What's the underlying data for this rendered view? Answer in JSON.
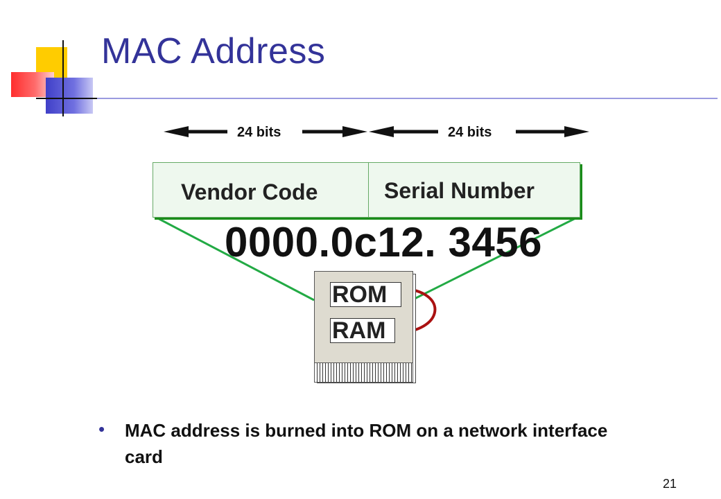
{
  "slide": {
    "title": "MAC Address",
    "page_number": "21"
  },
  "diagram": {
    "left_bits_label": "24 bits",
    "right_bits_label": "24 bits",
    "vendor_label": "Vendor Code",
    "serial_label": "Serial Number",
    "mac_value": "0000.0c12. 3456",
    "rom_label": "ROM",
    "ram_label": "RAM",
    "colors": {
      "title": "#333399",
      "box_fill": "#eef8ee",
      "box_shadow": "#1a8c1a",
      "connector": "#22aa44",
      "arrow_red": "#aa1111"
    }
  },
  "bullets": [
    "MAC address is burned into ROM on a network interface card"
  ]
}
